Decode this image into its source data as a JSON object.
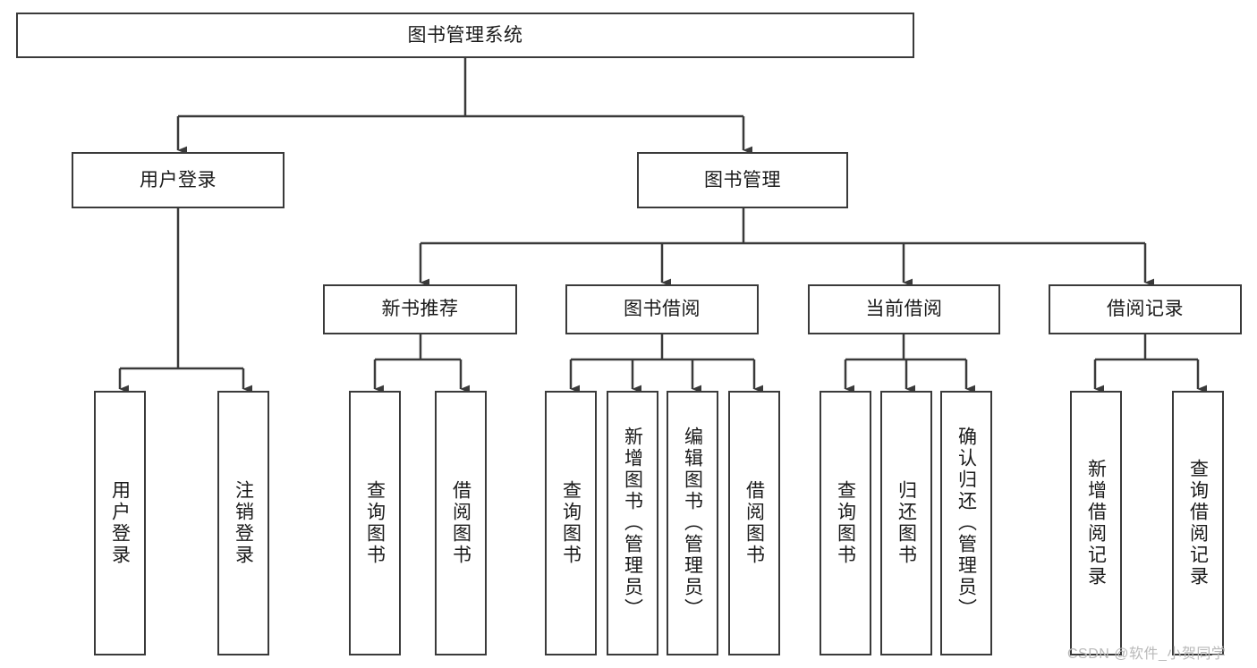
{
  "diagram": {
    "title": "图书管理系统",
    "type": "tree-hierarchy-diagram",
    "colors": {
      "stroke": "#3a3a3a",
      "fill": "#ffffff",
      "text": "#1a1a1a",
      "watermark": "#b9b9b9"
    }
  },
  "root": {
    "label": "图书管理系统"
  },
  "level2": [
    {
      "label": "用户登录"
    },
    {
      "label": "图书管理"
    }
  ],
  "level3": [
    {
      "label": "新书推荐"
    },
    {
      "label": "图书借阅"
    },
    {
      "label": "当前借阅"
    },
    {
      "label": "借阅记录"
    }
  ],
  "leaves": {
    "user_login": [
      {
        "label": "用户登录"
      },
      {
        "label": "注销登录"
      }
    ],
    "new_book_recommend": [
      {
        "label": "查询图书"
      },
      {
        "label": "借阅图书"
      }
    ],
    "book_borrow": [
      {
        "label": "查询图书"
      },
      {
        "label": "新增图书（管理员）"
      },
      {
        "label": "编辑图书（管理员）"
      },
      {
        "label": "借阅图书"
      }
    ],
    "current_borrow": [
      {
        "label": "查询图书"
      },
      {
        "label": "归还图书"
      },
      {
        "label": "确认归还（管理员）"
      }
    ],
    "borrow_record": [
      {
        "label": "新增借阅记录"
      },
      {
        "label": "查询借阅记录"
      }
    ]
  },
  "watermark": {
    "text": "CSDN @软件_小贺同学"
  }
}
